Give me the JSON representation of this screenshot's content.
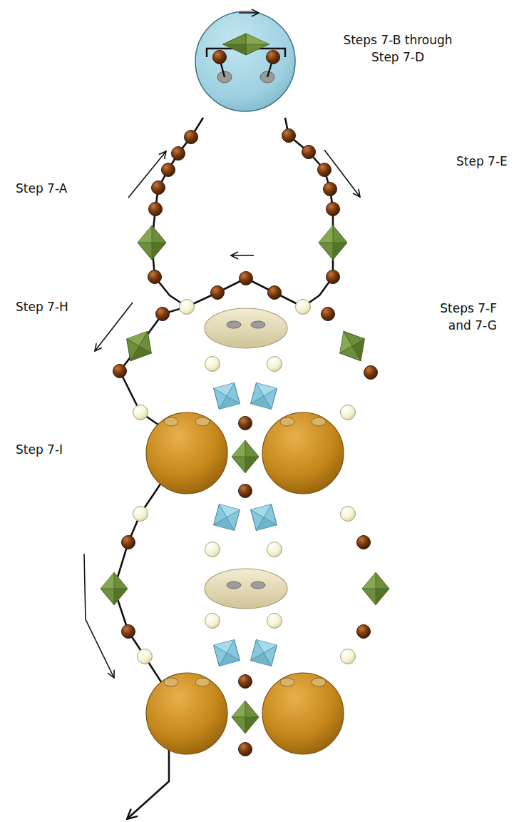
{
  "diagram": {
    "labels": [
      "Steps 7-B through Step 7-D",
      "Step 7-E",
      "Step 7-A",
      "Step 7-H",
      "Steps 7-F and 7-G",
      "Step 7-I"
    ]
  }
}
